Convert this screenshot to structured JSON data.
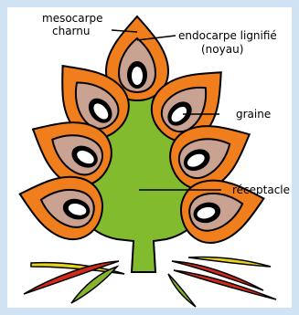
{
  "diagram": {
    "labels": {
      "mesocarp_line1": "mesocarpe",
      "mesocarp_line2": "charnu",
      "endocarp_line1": "endocarpe lignifié",
      "endocarp_line2": "(noyau)",
      "seed": "graine",
      "receptacle": "réceptacle"
    },
    "colors": {
      "background": "#cfe3f4",
      "mesocarp": "#f07e1d",
      "endocarp": "#c9a291",
      "seed": "#ffffff",
      "receptacle": "#82bb2e",
      "outline": "#000000",
      "sepal_red": "#d32a1c",
      "sepal_yellow": "#e9d11f",
      "sepal_green": "#86b42b"
    }
  }
}
